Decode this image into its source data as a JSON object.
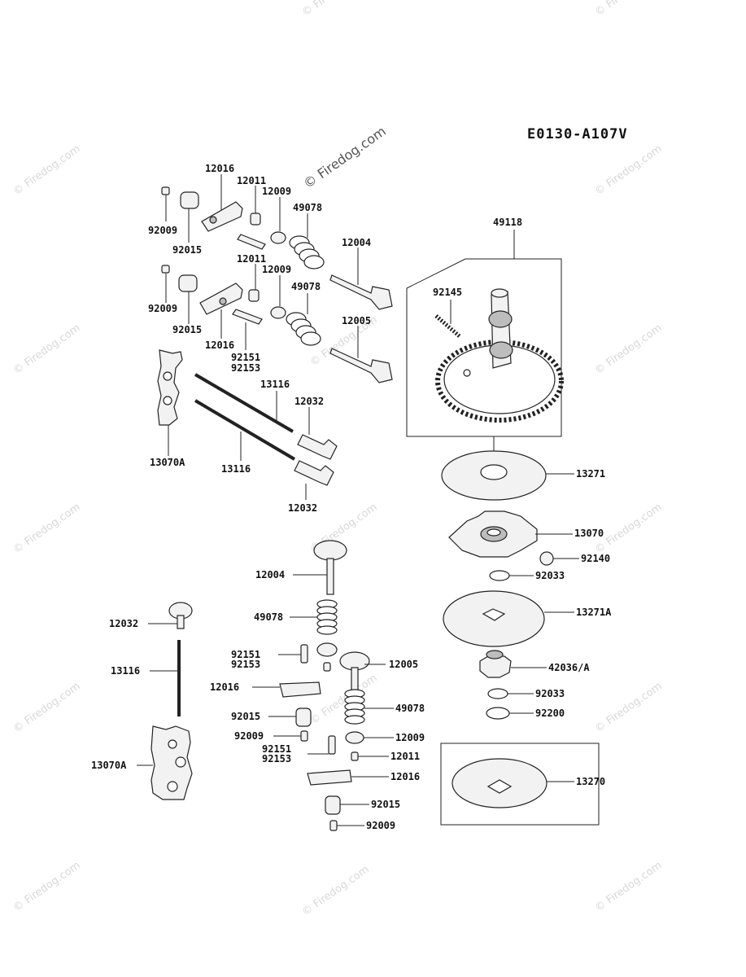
{
  "diagram_code": "E0130-A107V",
  "watermark": "© Firedog.com",
  "callouts": {
    "c12016a": "12016",
    "c12011a": "12011",
    "c12009a": "12009",
    "c49078a": "49078",
    "c92009a": "92009",
    "c92015a": "92015",
    "c12004a": "12004",
    "c12011b": "12011",
    "c12009b": "12009",
    "c49078b": "49078",
    "c92009b": "92009",
    "c92015b": "92015",
    "c12016b": "12016",
    "c12005a": "12005",
    "c92151a": "92151",
    "c92153a": "92153",
    "c13116a": "13116",
    "c12032a": "12032",
    "c13070Aa": "13070A",
    "c13116b": "13116",
    "c12032b": "12032",
    "c49118": "49118",
    "c92145": "92145",
    "c13271": "13271",
    "c13070": "13070",
    "c92140": "92140",
    "c92033a": "92033",
    "c13271A": "13271A",
    "c42036A": "42036/A",
    "c92033b": "92033",
    "c92200": "92200",
    "c13270": "13270",
    "c12004b": "12004",
    "c49078c": "49078",
    "c92151b": "92151",
    "c92153b": "92153",
    "c12005b": "12005",
    "c12016c": "12016",
    "c92015c": "92015",
    "c49078d": "49078",
    "c92009c": "92009",
    "c12009c": "12009",
    "c92151c": "92151",
    "c92153c": "92153",
    "c12011c": "12011",
    "c12016d": "12016",
    "c92015d": "92015",
    "c92009d": "92009",
    "c12032c": "12032",
    "c13116c": "13116",
    "c13070Ab": "13070A"
  }
}
